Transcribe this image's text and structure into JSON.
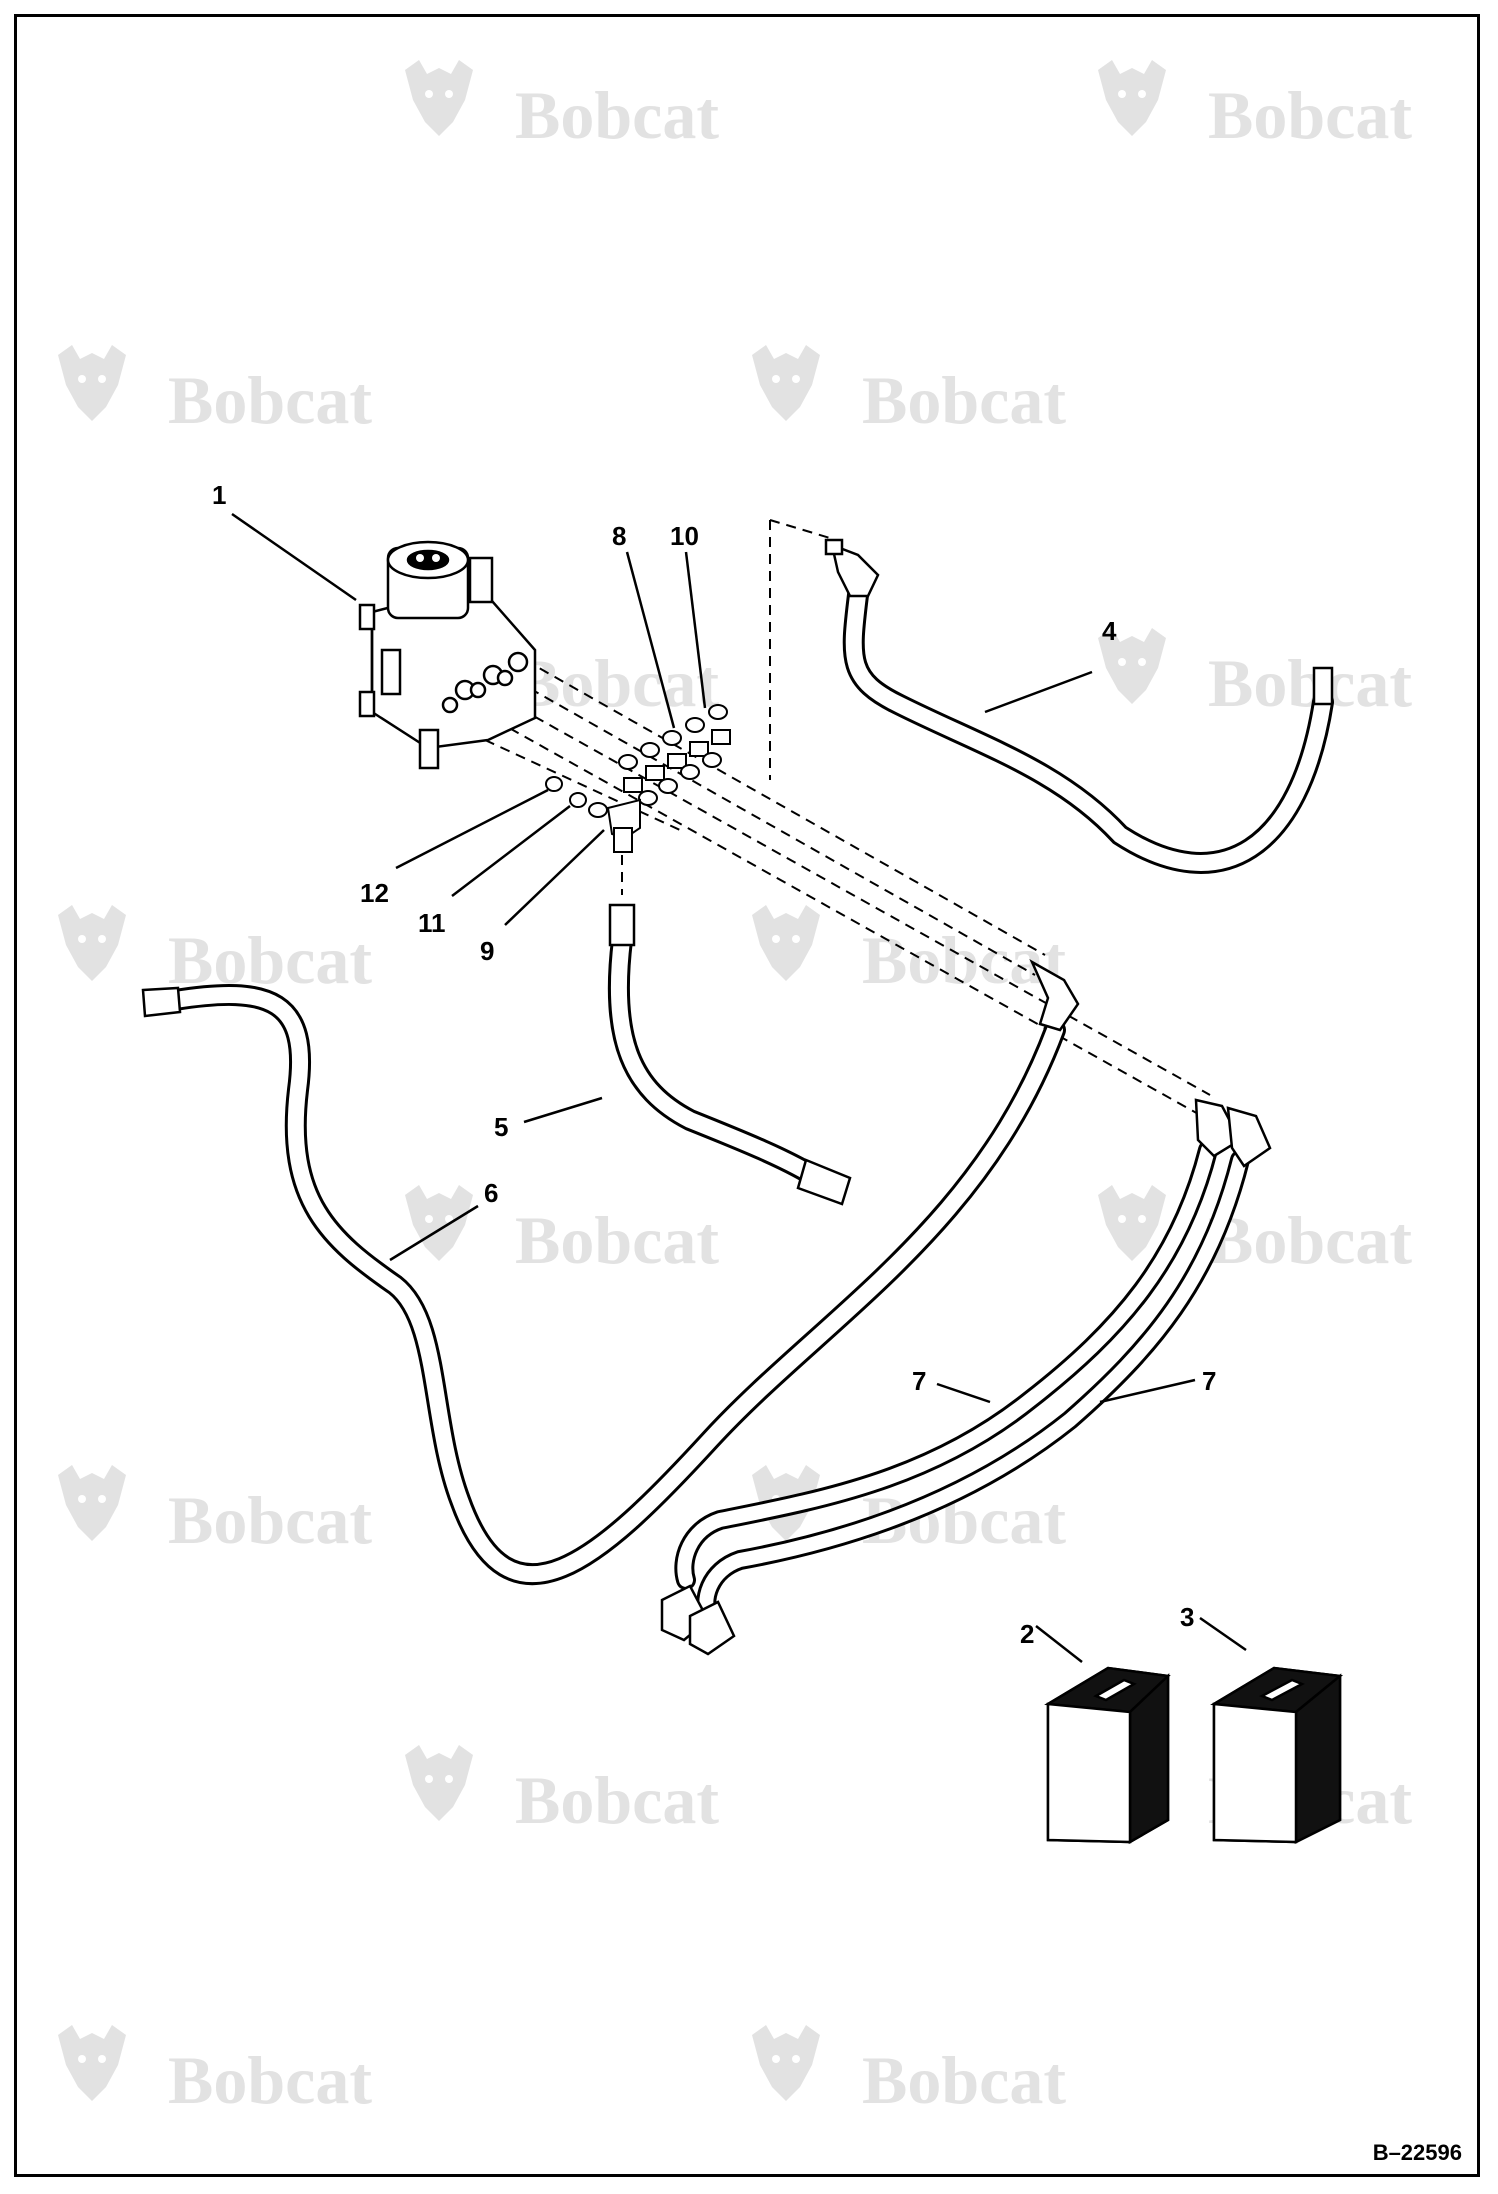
{
  "watermark": {
    "text": "Bobcat",
    "color": "#e2e2e2",
    "icon": "bobcat-head-logo-icon"
  },
  "callouts": [
    "1",
    "2",
    "3",
    "4",
    "5",
    "6",
    "7",
    "7",
    "8",
    "9",
    "10",
    "11",
    "12"
  ],
  "figure_id": "B–22596",
  "colors": {
    "line": "#000000",
    "background": "#ffffff",
    "watermark": "#e2e2e2"
  }
}
